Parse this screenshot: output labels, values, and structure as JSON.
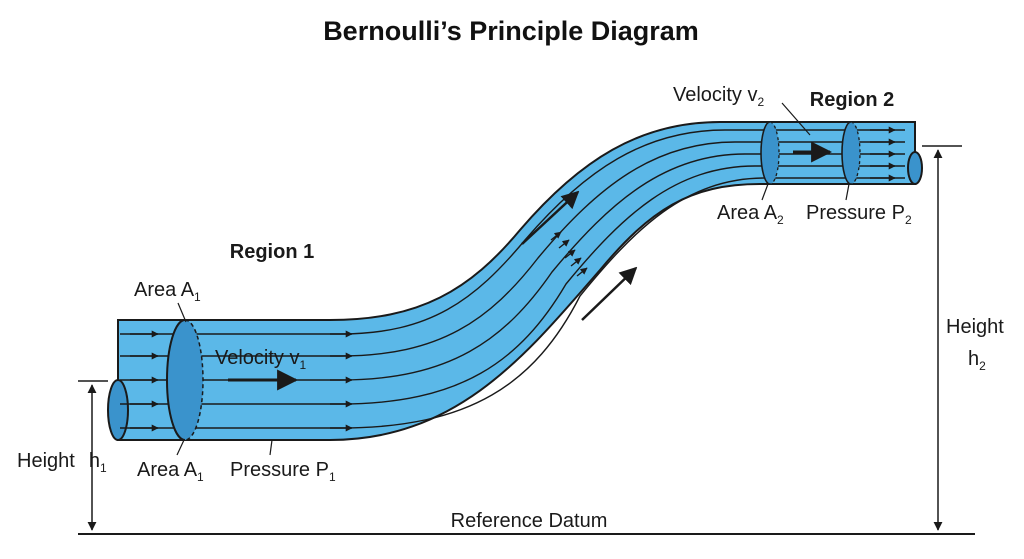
{
  "title": "Bernoulli’s Principle Diagram",
  "colors": {
    "pipe_fill": "#5bb8e8",
    "pipe_dark": "#3a93cc",
    "outline": "#1a1a1a",
    "background": "#ffffff"
  },
  "regions": {
    "region1": {
      "label": "Region 1"
    },
    "region2": {
      "label": "Region 2"
    }
  },
  "labels": {
    "area_a1_top": {
      "text": "Area A",
      "sub": "1"
    },
    "area_a1_bottom": {
      "text": "Area A",
      "sub": "1"
    },
    "velocity_v1": {
      "text": "Velocity v",
      "sub": "1"
    },
    "pressure_p1": {
      "text": "Pressure P",
      "sub": "1"
    },
    "height_h1": {
      "text": "Height",
      "var": "h",
      "sub": "1"
    },
    "velocity_v2": {
      "text": "Velocity v",
      "sub": "2"
    },
    "area_a2": {
      "text": "Area A",
      "sub": "2"
    },
    "pressure_p2": {
      "text": "Pressure P",
      "sub": "2"
    },
    "height_h2": {
      "text": "Height",
      "var": "h",
      "sub": "2"
    },
    "reference_datum": {
      "text": "Reference Datum"
    }
  }
}
